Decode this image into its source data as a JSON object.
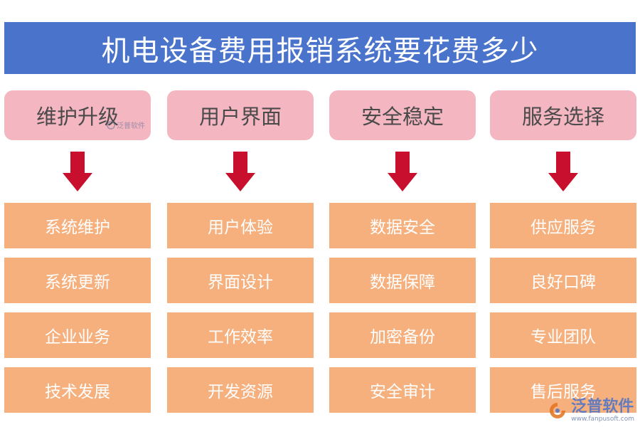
{
  "title": "机电设备费用报销系统要花费多少",
  "columns": [
    {
      "header": "维护升级",
      "items": [
        "系统维护",
        "系统更新",
        "企业业务",
        "技术发展"
      ]
    },
    {
      "header": "用户界面",
      "items": [
        "用户体验",
        "界面设计",
        "工作效率",
        "开发资源"
      ]
    },
    {
      "header": "安全稳定",
      "items": [
        "数据安全",
        "数据保障",
        "加密备份",
        "安全审计"
      ]
    },
    {
      "header": "服务选择",
      "items": [
        "供应服务",
        "良好口碑",
        "专业团队",
        "售后服务"
      ]
    }
  ],
  "watermark": {
    "name": "泛普软件",
    "url": "www.fanpusoft.com"
  },
  "colors": {
    "title_bg": "#4a73cb",
    "header_bg": "#f4b6c1",
    "item_bg": "#f5b07e",
    "arrow": "#c8102e"
  }
}
